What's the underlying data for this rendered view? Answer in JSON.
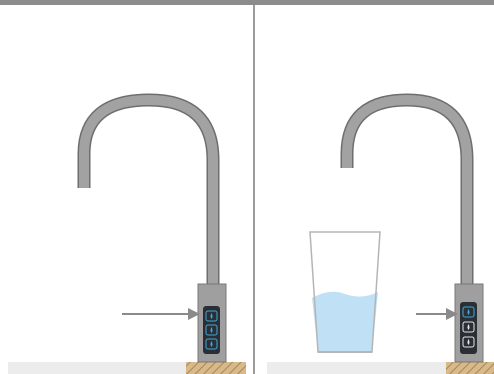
{
  "panels": [
    {
      "id": "left",
      "description_state": "buttons-idle",
      "buttons": [
        "water-drop-icon",
        "water-drop-icon",
        "water-drop-icon"
      ],
      "button_color": "#3fa9d8",
      "glass": false
    },
    {
      "id": "right",
      "description_state": "button-selected",
      "buttons": [
        "water-drop-icon",
        "water-drop-icon",
        "water-drop-icon"
      ],
      "button_color": "#3fa9d8",
      "active_button_index": 0,
      "glass": true,
      "water_fill_fraction": 0.5
    }
  ],
  "colors": {
    "top_bar": "#8c8c8c",
    "divider": "#7a7a7a",
    "faucet": "#9a9a9a",
    "faucet_edge": "#6e6e6e",
    "panel": "#2a2f36",
    "counter": "#ececec",
    "wood": "#c9a777",
    "arrow": "#8a8a8a",
    "water": "#bfe0f5"
  }
}
